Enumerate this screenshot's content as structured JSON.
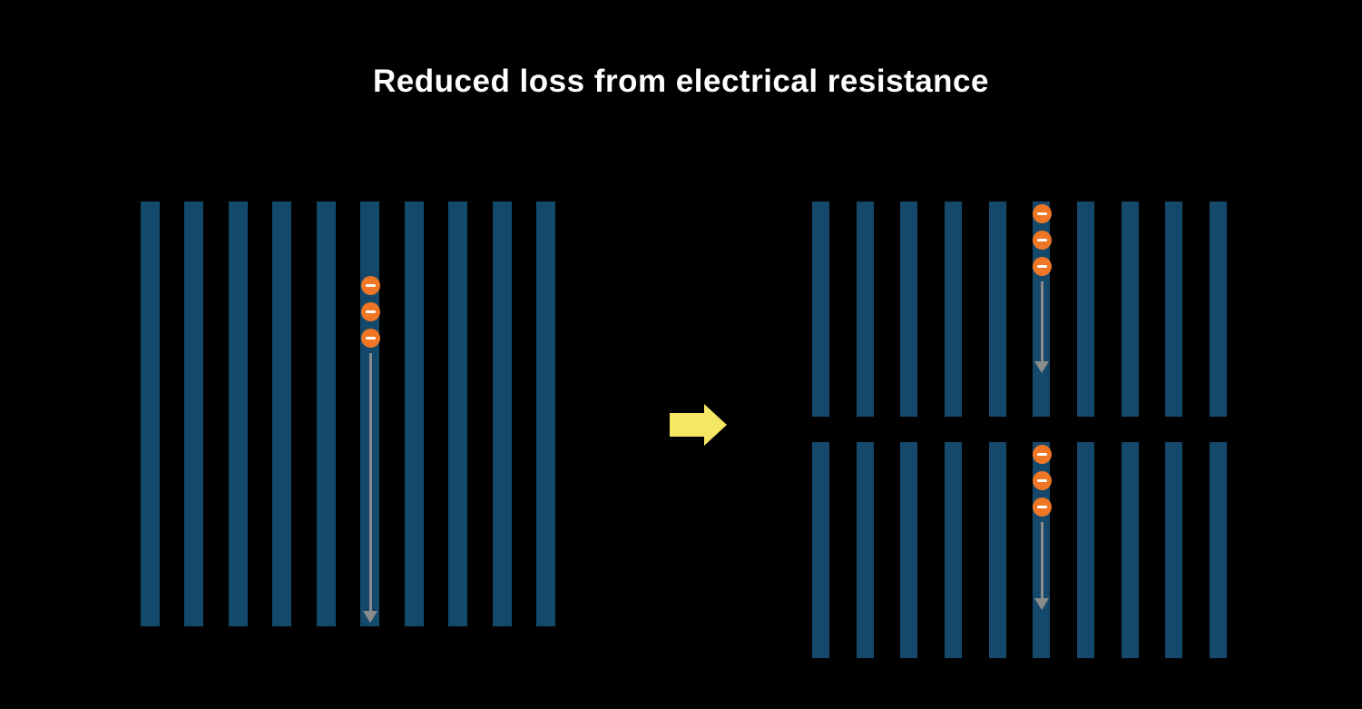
{
  "title": "Reduced loss from electrical resistance",
  "colors": {
    "background": "#000000",
    "bar": "#15496b",
    "electron": "#ee7624",
    "minus": "#ffffff",
    "flow_arrow": "#8b8b8b",
    "transition_arrow": "#f5e763"
  },
  "panels": {
    "left": {
      "bar_count": 10
    },
    "right_top": {
      "bar_count": 10
    },
    "right_bottom": {
      "bar_count": 10
    }
  },
  "flows": {
    "left": {
      "electron_count": 3
    },
    "right_top": {
      "electron_count": 3
    },
    "right_bottom": {
      "electron_count": 3
    }
  },
  "icons": {
    "electron": "minus-icon",
    "flow": "down-arrow-icon",
    "transition": "right-arrow-icon"
  }
}
